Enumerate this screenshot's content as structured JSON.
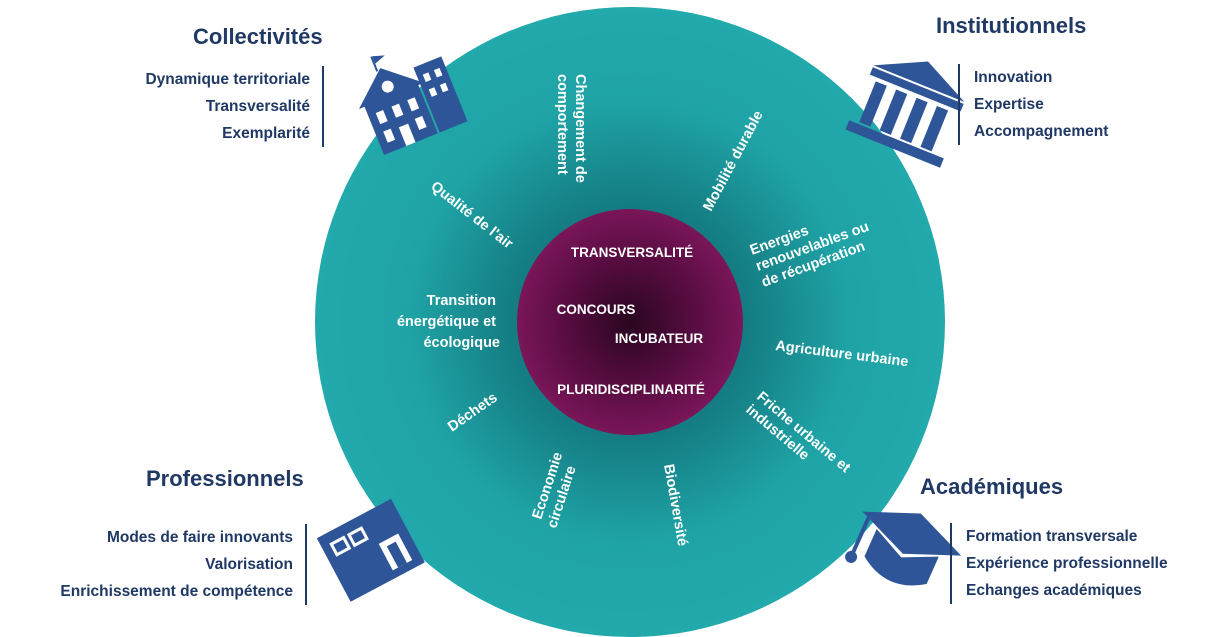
{
  "colors": {
    "wheel": "#1fa3a6",
    "core": "#6a0f4e",
    "text_dark": "#1f3864",
    "icon": "#2e5597"
  },
  "stakeholders": {
    "collectivites": {
      "title": "Collectivités",
      "icon": "town-hall-icon",
      "items": [
        "Dynamique territoriale",
        "Transversalité",
        "Exemplarité"
      ]
    },
    "institutionnels": {
      "title": "Institutionnels",
      "icon": "institution-columns-icon",
      "items": [
        "Innovation",
        "Expertise",
        "Accompagnement"
      ]
    },
    "professionnels": {
      "title": "Professionnels",
      "icon": "office-building-icon",
      "items": [
        "Modes de faire innovants",
        "Valorisation",
        "Enrichissement de compétence"
      ]
    },
    "academiques": {
      "title": "Académiques",
      "icon": "graduation-cap-icon",
      "items": [
        "Formation transversale",
        "Expérience professionnelle",
        "Echanges académiques"
      ]
    }
  },
  "core": {
    "labels": [
      "TRANSVERSALITÉ",
      "CONCOURS",
      "INCUBATEUR",
      "PLURIDISCIPLINARITÉ"
    ]
  },
  "themes": [
    {
      "lines": [
        "Changement de",
        "comportement"
      ]
    },
    {
      "lines": [
        "Mobilité durable"
      ]
    },
    {
      "lines": [
        "Energies",
        "renouvelables ou",
        "de récupération"
      ]
    },
    {
      "lines": [
        "Agriculture urbaine"
      ]
    },
    {
      "lines": [
        "Friche urbaine et",
        "industrielle"
      ]
    },
    {
      "lines": [
        "Biodiversité"
      ]
    },
    {
      "lines": [
        "Economie",
        "circulaire"
      ]
    },
    {
      "lines": [
        "Déchets"
      ]
    },
    {
      "lines": [
        "Transition",
        "énergétique et",
        "écologique"
      ]
    },
    {
      "lines": [
        "Qualité de l'air"
      ]
    }
  ]
}
